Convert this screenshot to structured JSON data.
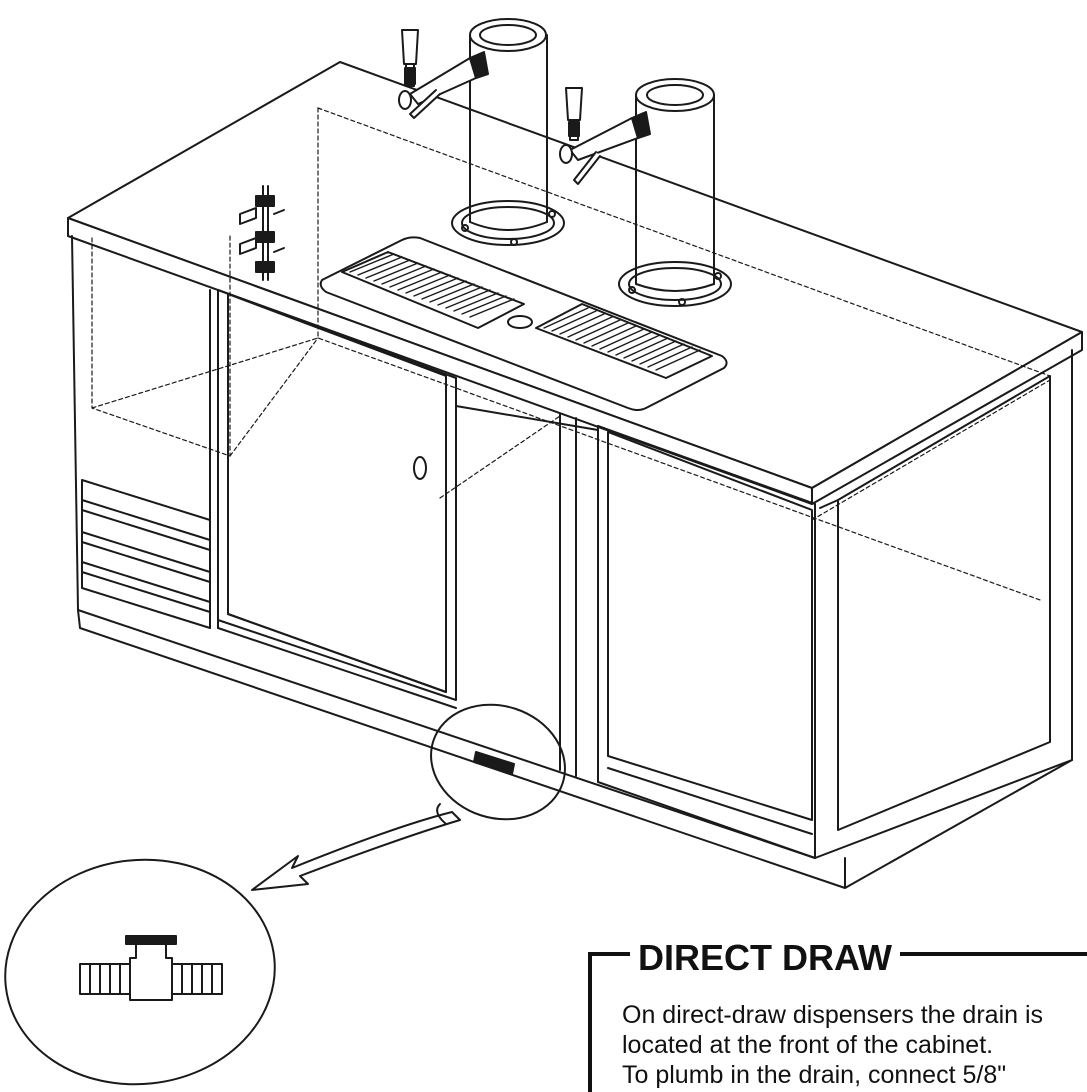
{
  "callout": {
    "heading": "DIRECT DRAW",
    "lines": [
      "On direct-draw dispensers the drain is",
      "located at the front of the cabinet.",
      "To plumb in the drain, connect 5/8\""
    ]
  },
  "colors": {
    "line": "#1a1a1a",
    "background": "#ffffff"
  }
}
